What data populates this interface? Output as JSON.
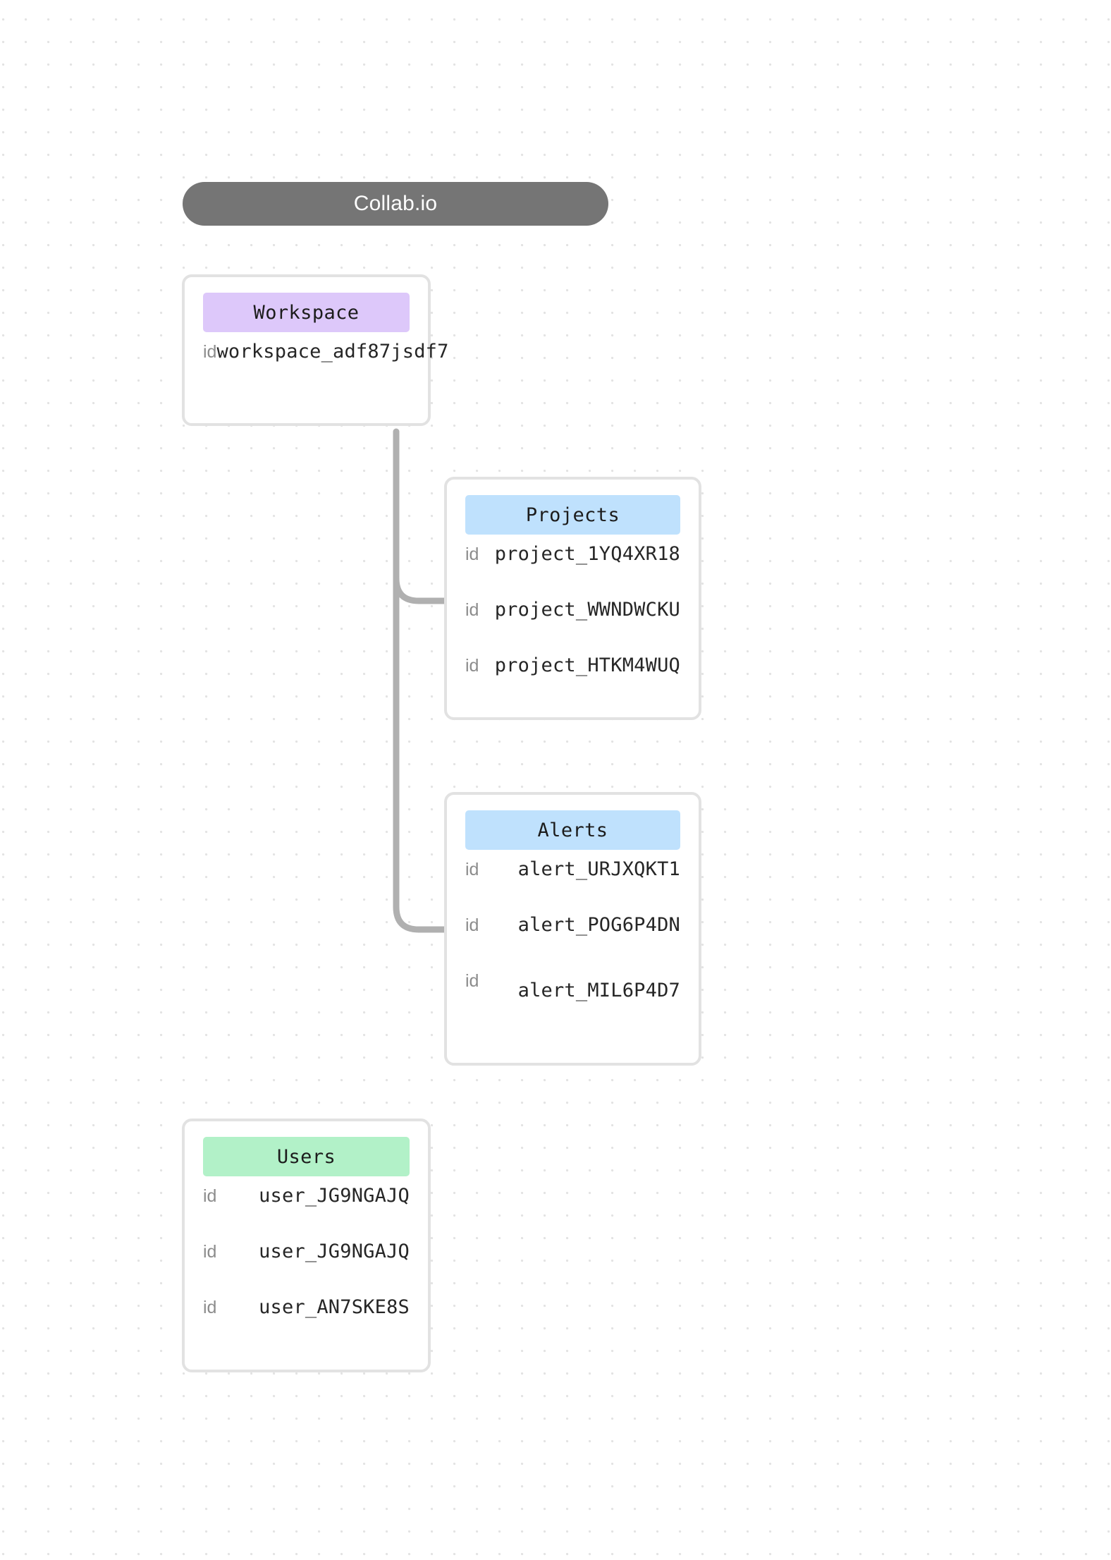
{
  "header": {
    "title": "Collab.io"
  },
  "colors": {
    "header_pill": "#757575",
    "workspace_title": "#ddc8fa",
    "projects_title": "#bfe1fd",
    "alerts_title": "#bfe1fd",
    "users_title": "#b2f1c8",
    "card_border": "#e2e2e2",
    "edge": "#b0b0b0"
  },
  "nodes": {
    "workspace": {
      "title": "Workspace",
      "rows": [
        {
          "key": "id",
          "value": "workspace_adf87jsdf7"
        }
      ]
    },
    "projects": {
      "title": "Projects",
      "rows": [
        {
          "key": "id",
          "value": "project_1YQ4XR18"
        },
        {
          "key": "id",
          "value": "project_WWNDWCKU"
        },
        {
          "key": "id",
          "value": "project_HTKM4WUQ"
        }
      ]
    },
    "alerts": {
      "title": "Alerts",
      "rows": [
        {
          "key": "id",
          "value": "alert_URJXQKT1"
        },
        {
          "key": "id",
          "value": "alert_POG6P4DN"
        },
        {
          "key": "id",
          "value": "alert_MIL6P4D7"
        }
      ]
    },
    "users": {
      "title": "Users",
      "rows": [
        {
          "key": "id",
          "value": "user_JG9NGAJQ"
        },
        {
          "key": "id",
          "value": "user_JG9NGAJQ"
        },
        {
          "key": "id",
          "value": "user_AN7SKE8S"
        }
      ]
    }
  },
  "edges": [
    {
      "name": "workspace-to-projects"
    },
    {
      "name": "workspace-to-alerts"
    }
  ]
}
